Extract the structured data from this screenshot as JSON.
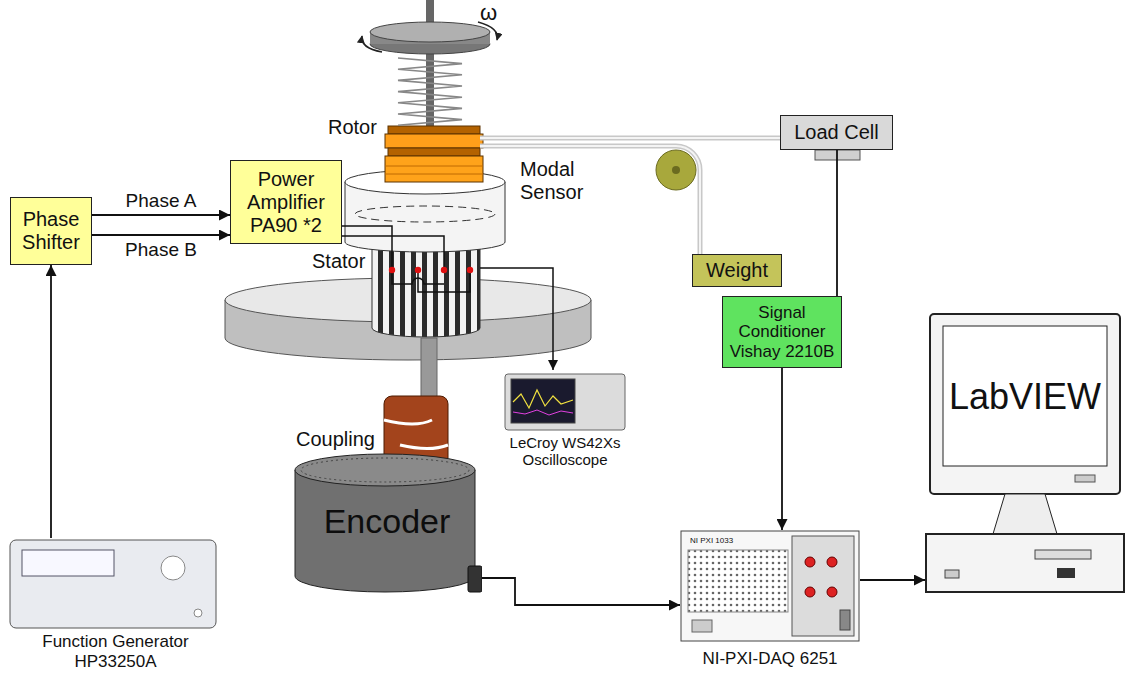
{
  "diagram": {
    "nodes": [
      {
        "text": [
          "Phase Shifter"
        ]
      },
      {
        "text": [
          "Power Amplifier PA90 *2"
        ]
      },
      {
        "text": [
          "Function Generator HP33250A"
        ]
      },
      {
        "text": [
          "Load Cell"
        ]
      },
      {
        "text": [
          "Weight"
        ]
      },
      {
        "text": [
          "Signal Conditioner Vishay 2210B"
        ]
      },
      {
        "text": [
          "LeCroy WS42Xs Oscilloscope"
        ]
      },
      {
        "text": [
          "Encoder"
        ]
      },
      {
        "text": [
          "NI PXI 1033",
          "NI-PXI-DAQ 6251"
        ]
      },
      {
        "text": [
          "LabVIEW"
        ]
      }
    ],
    "edges": [
      {
        "from": 2,
        "to": 0,
        "arrow": "to"
      },
      {
        "from": 0,
        "to": 1,
        "label": "Phase A",
        "arrow": "to"
      },
      {
        "from": 0,
        "to": 1,
        "label": "Phase B",
        "arrow": "to"
      },
      {
        "from": 3,
        "to": 5,
        "arrow": "none"
      },
      {
        "from": 5,
        "to": 8,
        "arrow": "to"
      },
      {
        "from": 7,
        "to": 8,
        "arrow": "to"
      },
      {
        "from": 8,
        "to": 9,
        "arrow": "to"
      }
    ],
    "labels": [
      "ω",
      "Rotor",
      "Stator",
      "Modal Sensor",
      "Coupling"
    ]
  }
}
